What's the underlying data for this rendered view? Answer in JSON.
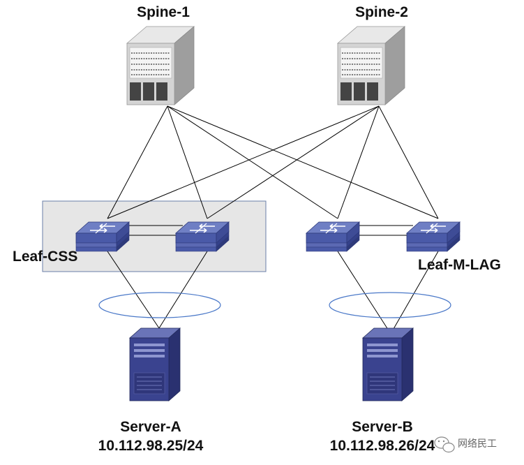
{
  "nodes": {
    "spine1": {
      "label": "Spine-1"
    },
    "spine2": {
      "label": "Spine-2"
    },
    "leaf_css": {
      "label": "Leaf-CSS"
    },
    "leaf_mlag": {
      "label": "Leaf-M-LAG"
    },
    "server_a": {
      "label": "Server-A",
      "ip": "10.112.98.25/24"
    },
    "server_b": {
      "label": "Server-B",
      "ip": "10.112.98.26/24"
    }
  },
  "watermark": {
    "text": "网络民工"
  },
  "colors": {
    "switch_top": "#6f7fc4",
    "switch_side": "#3e4c96",
    "server_body": "#3a438f",
    "chassis": "#c9c9c9",
    "group_box": "#e6e6e6",
    "lag_ellipse": "#4a78c8"
  }
}
